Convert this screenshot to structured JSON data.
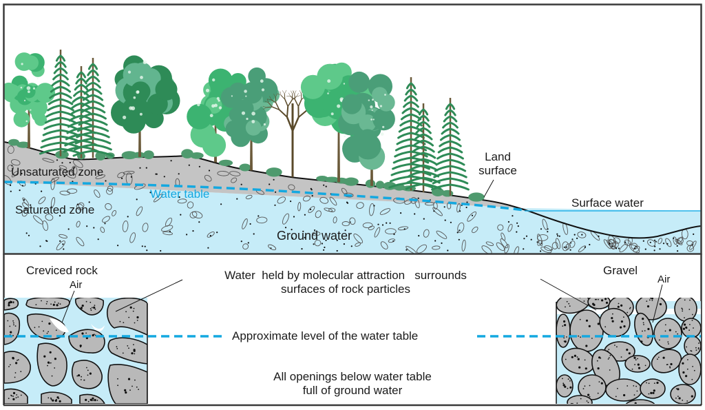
{
  "diagram": {
    "title": "Ground water cross-section",
    "colors": {
      "frame": "#3a3a3a",
      "unsaturated_fill": "#c4c4c4",
      "saturated_fill": "#c6ecf8",
      "water_table_line": "#14a8e0",
      "surface_water_line": "#20b0e8",
      "rock_fill": "#b9b9b9",
      "tree_dark": "#2e8b57",
      "tree_mid": "#3cb371",
      "tree_light": "#5ec98a",
      "trunk": "#6b5a3a"
    },
    "top_panel": {
      "labels": {
        "unsaturated_zone": "Unsaturated zone",
        "water_table": "Water table",
        "saturated_zone": "Saturated zone",
        "ground_water": "Ground water",
        "land_surface_line1": "Land",
        "land_surface_line2": "surface",
        "surface_water": "Surface water"
      }
    },
    "bottom_panel": {
      "creviced_rock": {
        "title": "Creviced rock",
        "air_label": "Air"
      },
      "gravel": {
        "title": "Gravel",
        "air_label": "Air"
      },
      "center_text": {
        "molecular_line1": "Water  held by molecular attraction   surrounds",
        "molecular_line2": "surfaces of rock particles",
        "water_table_level": "Approximate level of the water table",
        "openings_line1": "All openings below water table",
        "openings_line2": "full of ground water"
      }
    }
  }
}
